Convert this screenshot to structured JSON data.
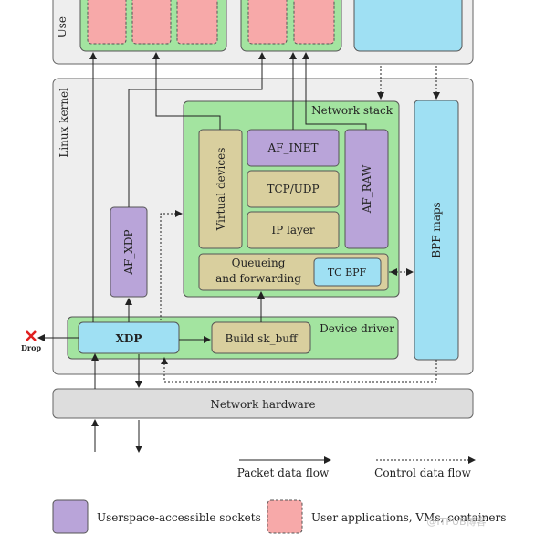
{
  "containers": {
    "userspace": "Use",
    "linux_kernel": "Linux kernel",
    "network_stack": "Network stack",
    "device_driver": "Device driver"
  },
  "blocks": {
    "af_inet": "AF_INET",
    "tcp_udp": "TCP/UDP",
    "ip_layer": "IP layer",
    "af_raw": "AF_RAW",
    "virtual_devices": "Virtual devices",
    "queueing_line1": "Queueing",
    "queueing_line2": "and forwarding",
    "tc_bpf": "TC BPF",
    "af_xdp": "AF_XDP",
    "xdp": "XDP",
    "build_skbuff": "Build sk_buff",
    "bpf_maps": "BPF maps",
    "network_hardware": "Network hardware",
    "drop": "Drop"
  },
  "legend": {
    "packet_flow": "Packet data flow",
    "control_flow": "Control data flow",
    "userspace_sockets": "Userspace-accessible sockets",
    "user_apps": "User applications, VMs, containers"
  },
  "watermark": "@ITPUB博客",
  "colors": {
    "green": "#a3e4a0",
    "purple": "#b9a4d9",
    "tan": "#d9cf9e",
    "cyan": "#9fe0f3",
    "pink": "#f7a9a9",
    "panel": "#eeeeee",
    "drop": "#e02020"
  }
}
